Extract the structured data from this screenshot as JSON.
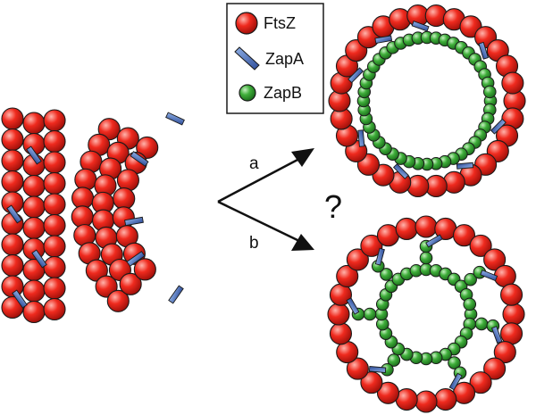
{
  "legend": {
    "items": [
      {
        "label": "FtsZ",
        "icon": "ftsz-sphere-icon",
        "color": "#ef2a1e"
      },
      {
        "label": "ZapA",
        "icon": "zapa-bar-icon",
        "color": "#3c5eb0"
      },
      {
        "label": "ZapB",
        "icon": "zapb-sphere-icon",
        "color": "#3fae3a"
      }
    ]
  },
  "pathways": {
    "a": {
      "label": "a"
    },
    "b": {
      "label": "b"
    }
  },
  "question_mark": "?",
  "colors": {
    "ftsz": "#ef2a1e",
    "ftsz_dark": "#a0100a",
    "zapa": "#3c5eb0",
    "zapb": "#3fae3a",
    "outline": "#1a1a1a"
  }
}
